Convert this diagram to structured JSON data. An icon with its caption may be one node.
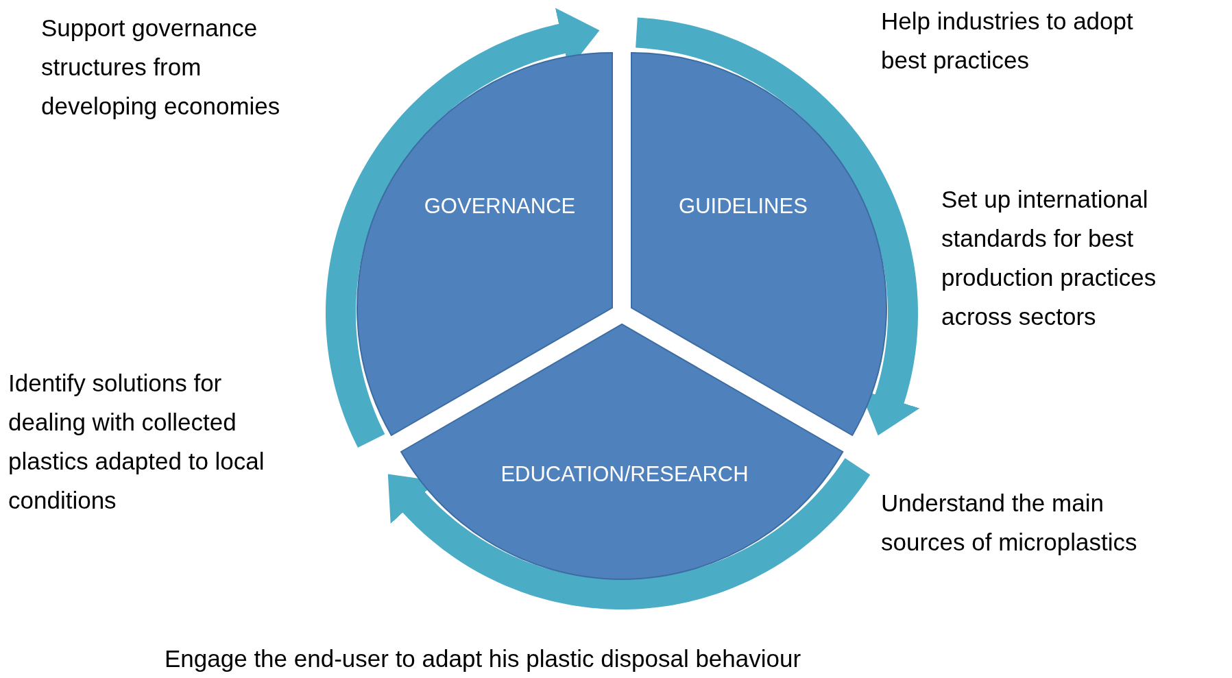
{
  "diagram": {
    "nodes": [
      {
        "text": [
          "GOVERNANCE"
        ]
      },
      {
        "text": [
          "GUIDELINES"
        ]
      },
      {
        "text": [
          "EDUCATION/RESEARCH"
        ]
      }
    ],
    "labels": [
      "Support governance structures from developing economies",
      "Help industries to adopt best practices",
      "Set up international standards for best production practices across sectors",
      "Identify solutions for dealing with collected plastics adapted to local conditions",
      "Understand the main sources of microplastics",
      "Engage the end-user to adapt his plastic disposal behaviour"
    ]
  }
}
